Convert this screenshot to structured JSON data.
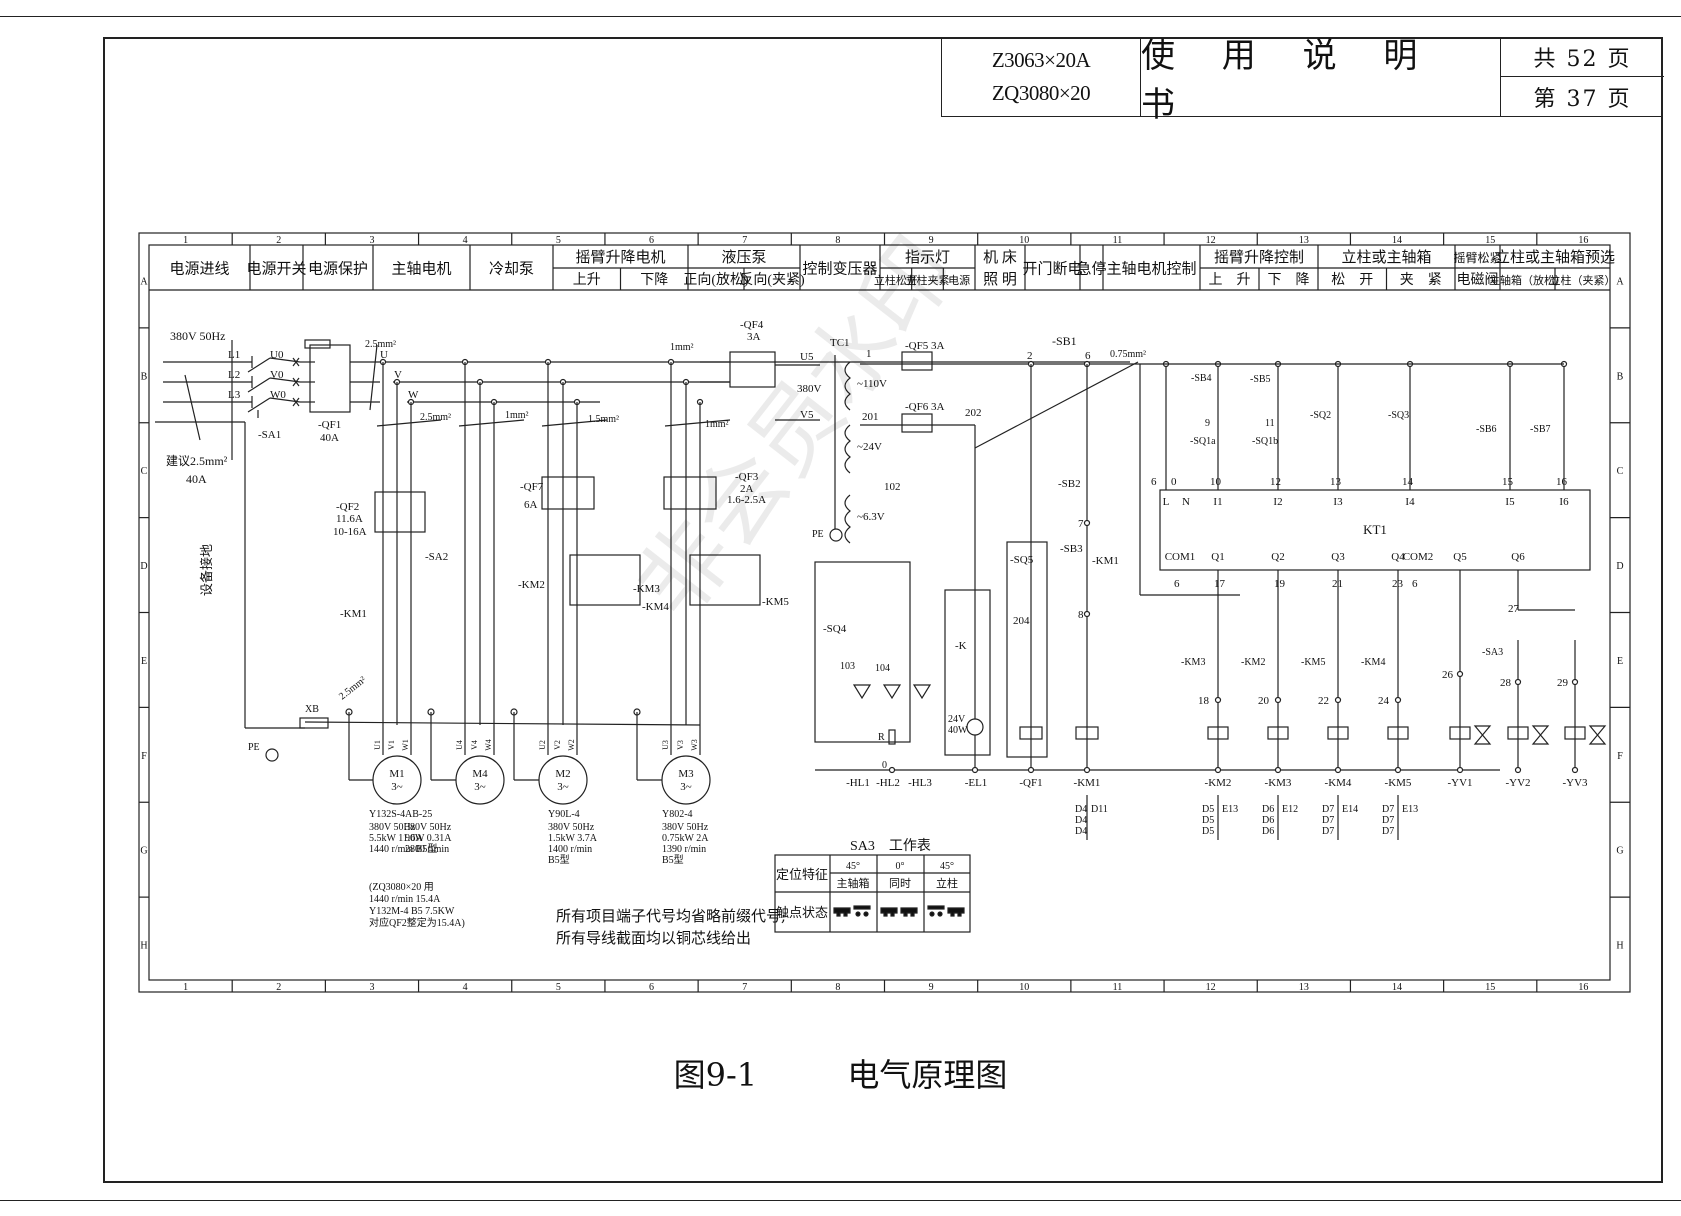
{
  "title_block": {
    "model_1": "Z3063×20A",
    "model_2": "ZQ3080×20",
    "document_title": "使 用 说 明 书",
    "total_pages": "共 52 页",
    "current_page": "第 37 页"
  },
  "grid": {
    "columns": [
      "1",
      "2",
      "3",
      "4",
      "5",
      "6",
      "7",
      "8",
      "9",
      "10",
      "11",
      "12",
      "13",
      "14",
      "15",
      "16"
    ],
    "rows": [
      "A",
      "B",
      "C",
      "D",
      "E",
      "F",
      "G",
      "H"
    ]
  },
  "header_sections": [
    {
      "label": "电源进线"
    },
    {
      "label": "电源开关"
    },
    {
      "label": "电源保护"
    },
    {
      "label": "主轴电机"
    },
    {
      "label": "冷却泵"
    },
    {
      "label": "摇臂升降电机",
      "sub": [
        "上升",
        "下降"
      ]
    },
    {
      "label": "液压泵",
      "sub": [
        "正向(放松)",
        "反向(夹紧)"
      ]
    },
    {
      "label": "控制变压器"
    },
    {
      "label": "指示灯",
      "sub": [
        "立柱松开",
        "立柱夹紧",
        "电源"
      ]
    },
    {
      "label": "机 床 照 明"
    },
    {
      "label": "开门断电"
    },
    {
      "label": "急停"
    },
    {
      "label": "主轴电机控制"
    },
    {
      "label": "摇臂升降控制",
      "sub": [
        "上　升",
        "下　降"
      ]
    },
    {
      "label": "立柱或主轴箱",
      "sub": [
        "松　开",
        "夹　紧"
      ]
    },
    {
      "label": "摇臂松紧",
      "sub": [
        "电磁阀"
      ]
    },
    {
      "label": "立柱或主轴箱预选",
      "sub": [
        "主轴箱（放松）",
        "立柱（夹紧）"
      ]
    }
  ],
  "supply": {
    "voltage": "380V 50Hz",
    "lines": [
      "L1",
      "L2",
      "L3"
    ],
    "switch_terminals": [
      "U0",
      "V0",
      "W0"
    ],
    "bus": [
      "U",
      "V",
      "W"
    ],
    "switch": "-SA1",
    "breaker": "-QF1",
    "breaker_rating": "40A",
    "cable_note": "建议2.5mm²",
    "cable_rating": "40A",
    "bus_cable": "2.5mm²",
    "equipotential": "设备接地"
  },
  "power_circuit": {
    "qf2": {
      "name": "-QF2",
      "rating": "11.6A",
      "range": "10-16A"
    },
    "qf7": {
      "name": "-QF7",
      "rating": "6A"
    },
    "qf3": {
      "name": "-QF3",
      "rating": "2A",
      "range": "1.6-2.5A"
    },
    "qf4": {
      "name": "-QF4",
      "rating": "3A"
    },
    "sa2": "-SA2",
    "km1": "-KM1",
    "km2": "-KM2",
    "km3": "-KM3",
    "km4": "-KM4",
    "km5": "-KM5",
    "xb": "XB",
    "pe": "PE",
    "cables": [
      "2.5mm²",
      "1mm²",
      "1.5mm²",
      "1mm²",
      "1mm²",
      "2.5mm²",
      "1mm²",
      "1.5mm²",
      "1mm²"
    ]
  },
  "motors": [
    {
      "id": "M1",
      "phase": "3~",
      "terminals": [
        "U1",
        "V1",
        "W1"
      ],
      "model": "Y132S-4",
      "spec": [
        "380V 50Hz",
        "5.5kW 11.6A",
        "1440 r/min B5型"
      ]
    },
    {
      "id": "M4",
      "phase": "3~",
      "terminals": [
        "U4",
        "V4",
        "W4"
      ],
      "model": "AB-25",
      "spec": [
        "380V 50Hz",
        "90W  0.31A",
        "2800 r/min"
      ]
    },
    {
      "id": "M2",
      "phase": "3~",
      "terminals": [
        "U2",
        "V2",
        "W2"
      ],
      "model": "Y90L-4",
      "spec": [
        "380V 50Hz",
        "1.5kW 3.7A",
        "1400 r/min",
        "B5型"
      ]
    },
    {
      "id": "M3",
      "phase": "3~",
      "terminals": [
        "U3",
        "V3",
        "W3"
      ],
      "model": "Y802-4",
      "spec": [
        "380V 50Hz",
        "0.75kW 2A",
        "1390 r/min",
        "B5型"
      ]
    }
  ],
  "m1_note": [
    "(ZQ3080×20 用",
    "1440 r/min  15.4A",
    "Y132M-4 B5 7.5KW",
    "对应QF2整定为15.4A)"
  ],
  "transformer": {
    "name": "TC1",
    "primary": [
      "U5",
      "380V",
      "V5"
    ],
    "secondaries": [
      {
        "node": "1",
        "voltage": "~110V",
        "breaker": "-QF5 3A"
      },
      {
        "node": "201",
        "voltage": "~24V",
        "breaker": "-QF6 3A",
        "out": "202"
      },
      {
        "node": "102",
        "voltage": "~6.3V"
      }
    ],
    "pe": "PE"
  },
  "control": {
    "nodes": [
      "2",
      "6",
      "7",
      "8",
      "204",
      "103",
      "104",
      "0"
    ],
    "cable": "0.75mm²",
    "sb1": "-SB1",
    "sb2": "-SB2",
    "sb3": "-SB3",
    "sq4": "-SQ4",
    "sq5": "-SQ5",
    "k": "-K",
    "r": "R",
    "lamp": [
      "24V",
      "40W"
    ],
    "loads": [
      "-HL1",
      "-HL2",
      "-HL3",
      "-EL1",
      "-QF1",
      "-KM1"
    ],
    "km1_contacts": {
      "nc": [
        "D4",
        "D4",
        "D4"
      ],
      "no": "D11"
    }
  },
  "plc": {
    "name": "KT1",
    "inputs": [
      "L",
      "N",
      "I1",
      "I2",
      "I3",
      "I4",
      "I5",
      "I6"
    ],
    "outputs": [
      "COM1",
      "Q1",
      "Q2",
      "Q3",
      "Q4",
      "COM2",
      "Q5",
      "Q6"
    ],
    "input_wires": [
      "6",
      "0",
      "10",
      "12",
      "13",
      "14",
      "15",
      "16"
    ],
    "output_wires": [
      "6",
      "17",
      "19",
      "21",
      "23",
      "6"
    ],
    "input_devices": [
      "-SB4",
      "-SB5",
      "-SQ1a",
      "-SQ1b",
      "-SQ2",
      "-SQ3",
      "-SB6",
      "-SB7"
    ],
    "device_wires": [
      "9",
      "11"
    ],
    "output_devices": [
      {
        "interlock": "-KM3",
        "node": "18",
        "coil": "-KM2",
        "nc": [
          "D5",
          "D5",
          "D5"
        ],
        "no": "E13"
      },
      {
        "interlock": "-KM2",
        "node": "20",
        "coil": "-KM3",
        "nc": [
          "D6",
          "D6",
          "D6"
        ],
        "no": "E12"
      },
      {
        "interlock": "-KM5",
        "node": "22",
        "coil": "-KM4",
        "nc": [
          "D7",
          "D7",
          "D7"
        ],
        "no": "E14"
      },
      {
        "interlock": "-KM4",
        "node": "24",
        "coil": "-KM5",
        "nc": [
          "D7",
          "D7",
          "D7"
        ],
        "no": "E13"
      }
    ],
    "valves": [
      {
        "node": "26",
        "coil": "-YV1"
      },
      {
        "node": "28",
        "coil": "-YV2"
      },
      {
        "node": "29",
        "coil": "-YV3"
      }
    ],
    "sa3": "-SA3",
    "q6_node": "27"
  },
  "sa3_table": {
    "title": "SA3　工作表",
    "row1_label": "定位特征",
    "row2_label": "触点状态",
    "positions": [
      {
        "angle": "45°",
        "label": "主轴箱"
      },
      {
        "angle": "0°",
        "label": "同时"
      },
      {
        "angle": "45°",
        "label": "立柱"
      }
    ]
  },
  "notes": [
    "所有项目端子代号均省略前缀代号;",
    "所有导线截面均以铜芯线给出"
  ],
  "watermark": "非会员水印",
  "caption": {
    "figure": "图9-1",
    "title": "电气原理图"
  }
}
